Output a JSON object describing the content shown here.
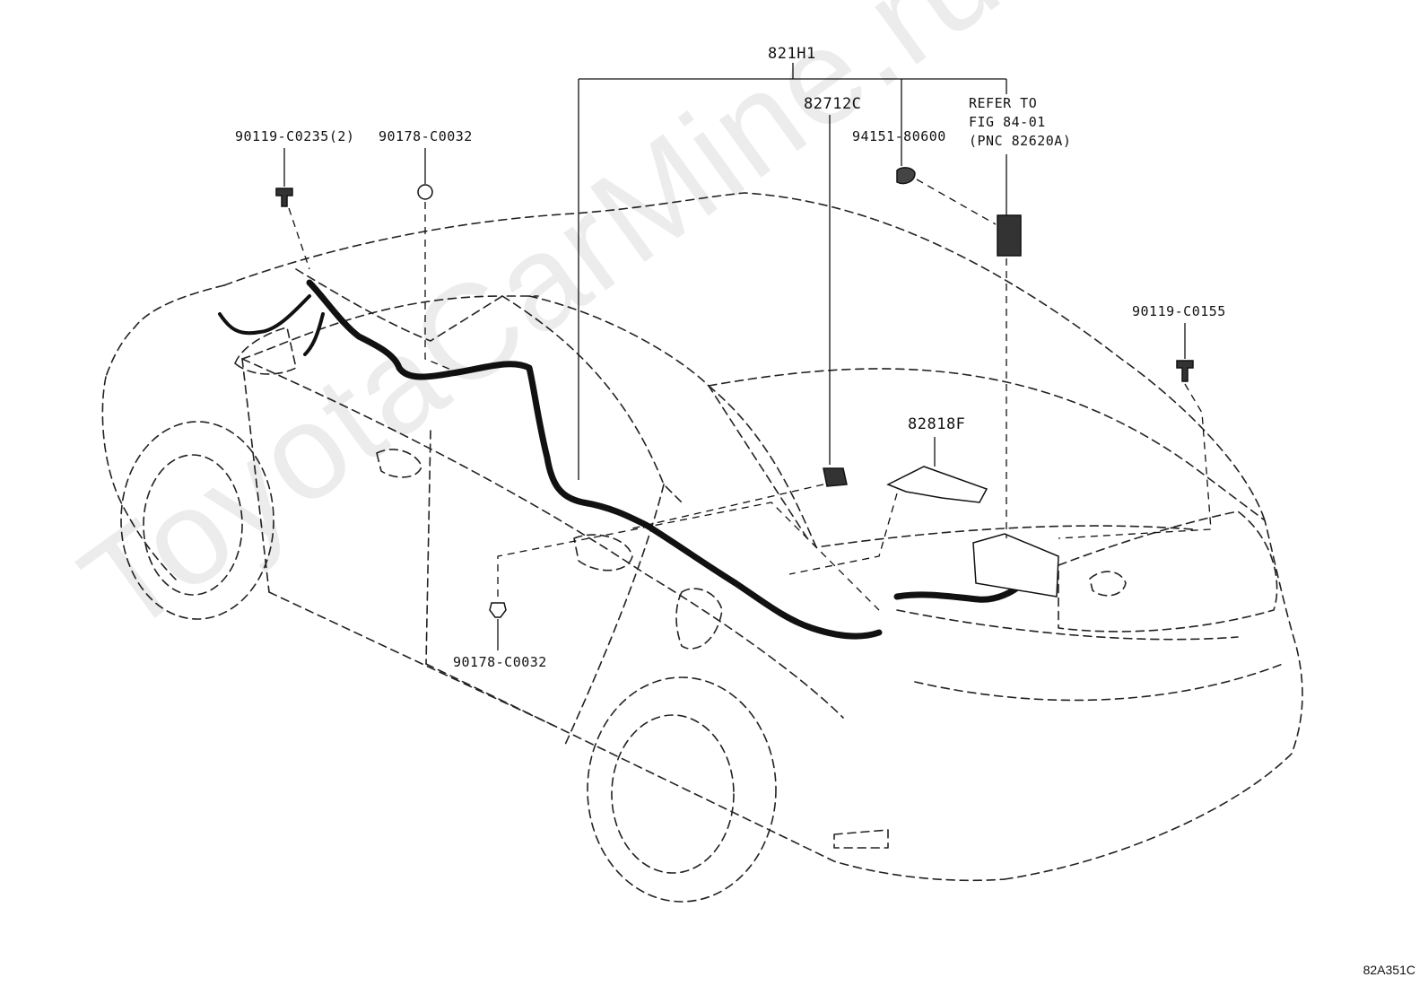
{
  "diagram": {
    "watermark": "ToyotaCarMine.ru",
    "figure_code": "82A351C",
    "callouts": {
      "main_harness": "821H1",
      "connector": "82712C",
      "grommet": "94151-80600",
      "bolt_left": "90119-C0235(2)",
      "clip_top": "90178-C0032",
      "bolt_right": "90119-C0155",
      "bracket": "82818F",
      "clip_bottom": "90178-C0032"
    },
    "refer": {
      "line1": "REFER TO",
      "line2": "FIG 84-01",
      "line3": "(PNC 82620A)"
    }
  }
}
